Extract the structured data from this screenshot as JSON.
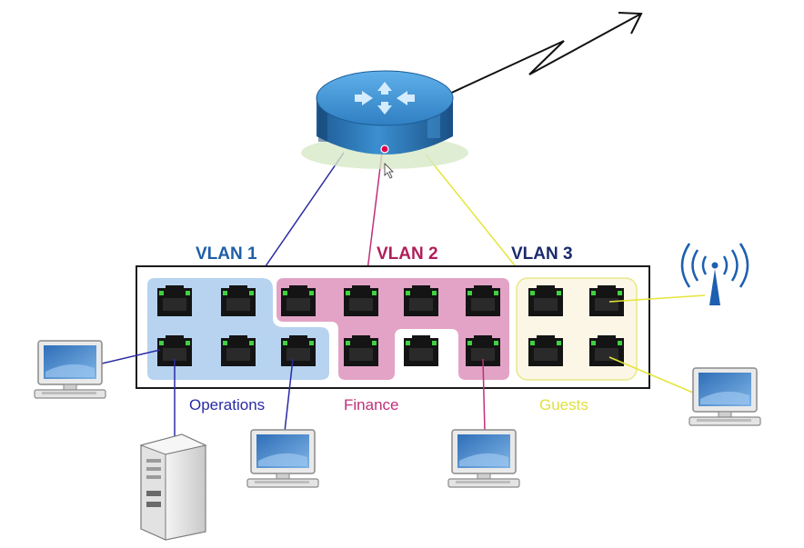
{
  "vlans": [
    {
      "label": "VLAN 1",
      "group": "Operations",
      "color": "#1f5fa8",
      "wire": "#2a2aa6",
      "zone": "#b7d3f0"
    },
    {
      "label": "VLAN 2",
      "group": "Finance",
      "color": "#b01e5a",
      "wire": "#c0307a",
      "zone": "#e2a3c6"
    },
    {
      "label": "VLAN 3",
      "group": "Guests",
      "color": "#1b2a6b",
      "wire": "#e5e53a",
      "zone": "#fbf6e6"
    }
  ],
  "colors": {
    "group_operations": "#2a2aa6",
    "group_finance": "#c0307a",
    "group_guests": "#e0e040"
  },
  "icons": [
    "router-icon",
    "wan-link-icon",
    "switch-icon",
    "wireless-ap-icon",
    "desktop-computer-icon",
    "server-tower-icon",
    "mouse-cursor-icon"
  ]
}
